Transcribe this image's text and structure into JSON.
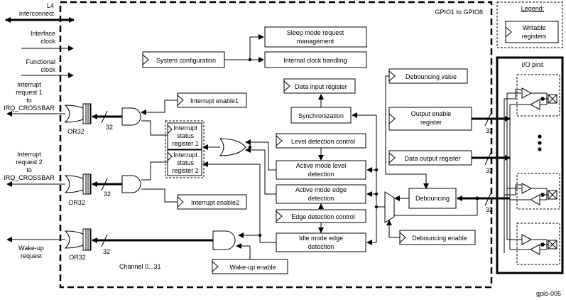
{
  "module_label": "GPIO1 to GPIO8",
  "inputs": {
    "l4": [
      "L4",
      "interconnect"
    ],
    "iface_clk": [
      "Interface",
      "clock"
    ],
    "func_clk": [
      "Functional",
      "clock"
    ],
    "irq1": [
      "Interrupt",
      "request 1",
      "to",
      "IRQ_CROSSBAR"
    ],
    "irq2": [
      "Interrupt",
      "request 2",
      "to",
      "IRQ_CROSSBAR"
    ],
    "wakeup": [
      "Wake-up",
      "request"
    ]
  },
  "blocks": {
    "sleep_mode": [
      "Sleep mode request",
      "management"
    ],
    "system_config": "System configuration",
    "internal_clock": "Internal clock handling",
    "interrupt_enable1": "Interrupt enable1",
    "interrupt_enable2": "Interrupt enable2",
    "irq_status1": [
      "Interrupt",
      "status",
      "register 1"
    ],
    "irq_status2": [
      "Interrupt",
      "status",
      "register 2"
    ],
    "data_input": "Data input register",
    "synchronization": "Synchronization",
    "debouncing_value": "Debouncing value",
    "level_detection_control": "Level detection control",
    "active_level": [
      "Active mode level",
      "detection"
    ],
    "active_edge": [
      "Active mode edge",
      "detection"
    ],
    "edge_detection_control": "Edge detection control",
    "idle_edge": [
      "Idle mode edge",
      "detection"
    ],
    "output_enable": [
      "Output enable",
      "register"
    ],
    "data_output": "Data output register",
    "debouncing": "Debouncing",
    "debouncing_enable": "Debouncing enable",
    "wakeup_enable": "Wake-up enable"
  },
  "gates": {
    "or1": "OR32",
    "or2": "OR32",
    "or3": "OR32"
  },
  "bus_labels": {
    "b1": "32",
    "b2": "32",
    "b3": "32",
    "b4": "32",
    "b5": "32",
    "b6": "32"
  },
  "channel_label": "Channel 0...31",
  "legend": {
    "title": "Legend:",
    "item": [
      "Writable",
      "registers"
    ]
  },
  "io_pins": "I/O pins",
  "figure_id": "gpio-005"
}
